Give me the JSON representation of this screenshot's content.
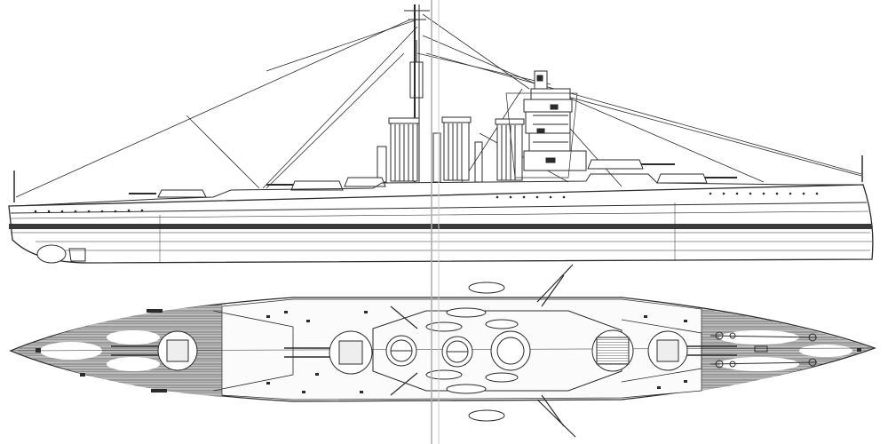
{
  "drawing": {
    "views": [
      "side-elevation",
      "plan-view"
    ],
    "colors": {
      "ink": "#2b2b2b",
      "paper": "#ffffff",
      "deck_shade": "#8a8a8a",
      "hull_band": "#3a3a3a"
    },
    "features": {
      "funnels": 3,
      "masts": 2,
      "main_turrets": 5,
      "lifeboats_each_side": 3,
      "center_fold": true
    }
  }
}
